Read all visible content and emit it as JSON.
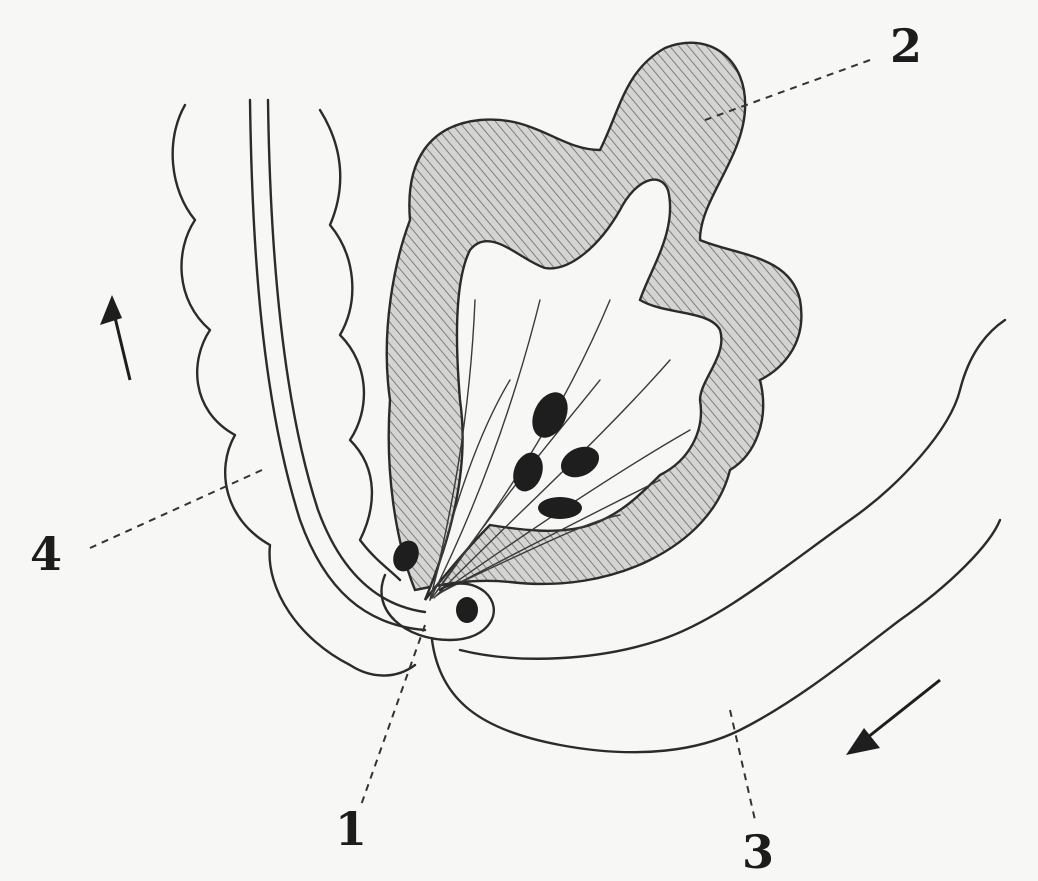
{
  "figure": {
    "labels": {
      "one": "1",
      "two": "2",
      "three": "3",
      "four": "4"
    },
    "colors": {
      "background": "#f7f7f5",
      "ink": "#2b2b2b",
      "hatch": "#5e5e5e",
      "shaded_region": "#cfcfcf"
    }
  }
}
